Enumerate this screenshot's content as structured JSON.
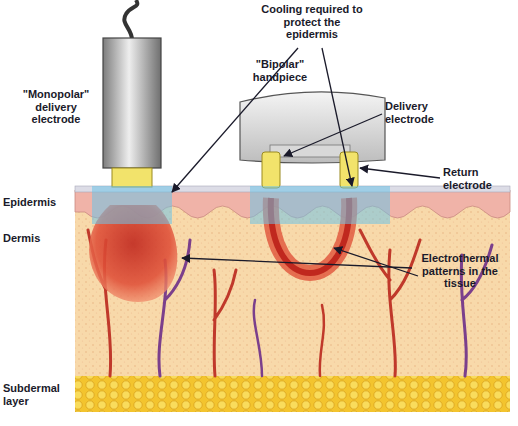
{
  "diagram": {
    "labels": [
      "Cooling required to protect the epidermis",
      "\"Monopolar\" delivery electrode",
      "\"Bipolar\" handpiece",
      "Delivery electrode",
      "Return electrode",
      "Epidermis",
      "Dermis",
      "Subdermal layer",
      "Electrothermal patterns in the tissue"
    ]
  }
}
